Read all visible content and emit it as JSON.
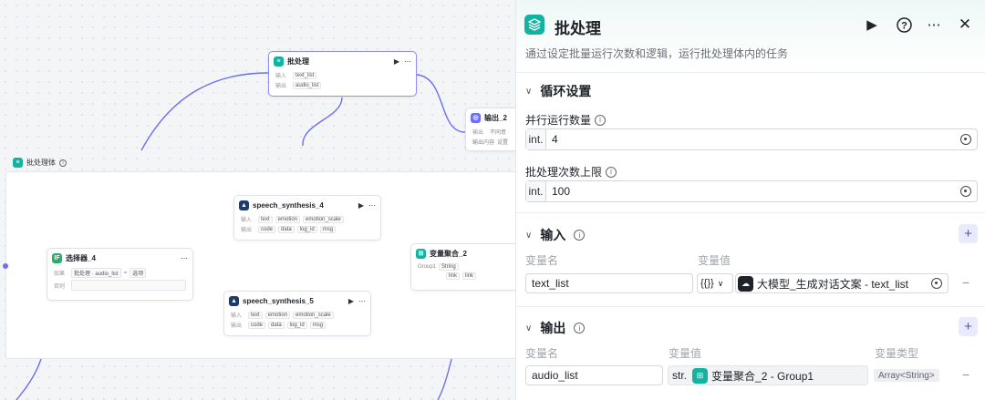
{
  "canvas": {
    "batch_node": {
      "title": "批处理",
      "input_label": "输入",
      "input_var": "text_list",
      "output_label": "输出",
      "output_var": "audio_list"
    },
    "output_node": {
      "title": "输出_2",
      "row1_label": "输出",
      "row1_value": "不同意",
      "row2_label": "输出内容",
      "row2_value": "设置"
    },
    "batch_body_label": "批处理体",
    "selector_node": {
      "title": "选择器_4",
      "if_label": "如果",
      "cond_left": "批处理 · audio_list",
      "cond_op": "=",
      "cond_right": "选项",
      "else_label": "否则"
    },
    "speech_4": {
      "title": "speech_synthesis_4",
      "input_label": "输入",
      "inputs": [
        "text",
        "emotion",
        "emotion_scale"
      ],
      "output_label": "输出",
      "outputs": [
        "code",
        "data",
        "log_id",
        "msg"
      ]
    },
    "speech_5": {
      "title": "speech_synthesis_5",
      "input_label": "输入",
      "inputs": [
        "text",
        "emotion",
        "emotion_scale"
      ],
      "output_label": "输出",
      "outputs": [
        "code",
        "data",
        "log_id",
        "msg"
      ]
    },
    "aggregate_node": {
      "title": "变量聚合_2",
      "group_label": "Group1",
      "type1": "String",
      "link1": "link",
      "link2": "link"
    }
  },
  "panel": {
    "title": "批处理",
    "description": "通过设定批量运行次数和逻辑，运行批处理体内的任务",
    "loop_section": {
      "title": "循环设置",
      "parallel_label": "并行运行数量",
      "parallel_prefix": "int.",
      "parallel_value": "4",
      "max_label": "批处理次数上限",
      "max_prefix": "int.",
      "max_value": "100"
    },
    "input_section": {
      "title": "输入",
      "col_name": "变量名",
      "col_value": "变量值",
      "var_name": "text_list",
      "ref_type": "{{}}",
      "ref_value": "大模型_生成对话文案 - text_list"
    },
    "output_section": {
      "title": "输出",
      "col_name": "变量名",
      "col_value": "变量值",
      "col_type": "变量类型",
      "var_name": "audio_list",
      "ref_prefix": "str.",
      "ref_value": "变量聚合_2 - Group1",
      "var_type": "Array<String>"
    }
  },
  "colors": {
    "accent": "#6b6ff3",
    "teal": "#12b3a0",
    "green": "#20b26c"
  }
}
